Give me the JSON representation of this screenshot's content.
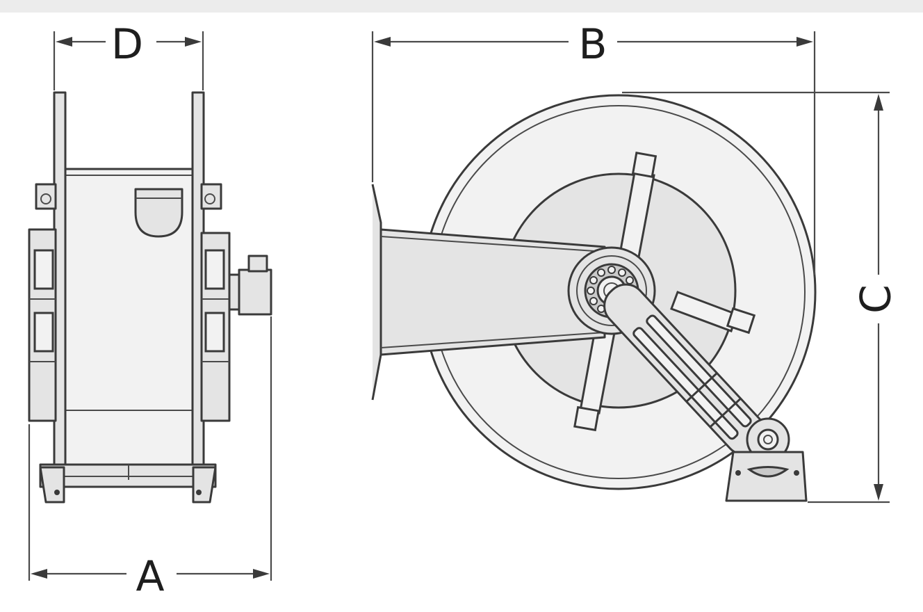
{
  "dimensions": {
    "a": "A",
    "b": "B",
    "c": "C",
    "d": "D"
  },
  "colors": {
    "line": "#3a3a3a",
    "fill": "#e4e4e4",
    "background": "#ffffff"
  }
}
